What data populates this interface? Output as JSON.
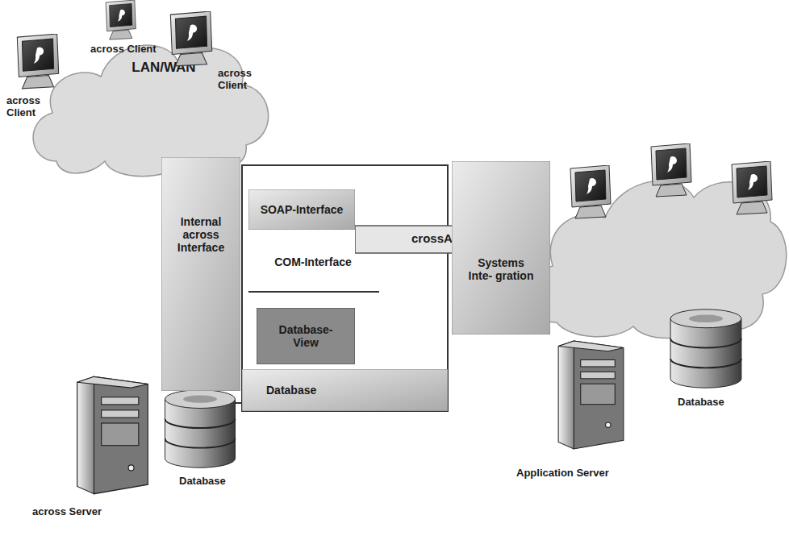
{
  "diagram": {
    "nodes": [
      {
        "text": [
          "LAN/WAN"
        ]
      },
      {
        "text": [
          "SOAP-Interface"
        ]
      },
      {
        "text": [
          "COM-Interface"
        ]
      },
      {
        "text": [
          "Database- View"
        ]
      },
      {
        "text": [
          "Database"
        ]
      },
      {
        "text": [
          "Internal across Interface"
        ]
      },
      {
        "text": [
          "crossAPI"
        ]
      },
      {
        "text": [
          "Systems Inte- gration"
        ]
      }
    ],
    "labels": [
      "across Client",
      "across Client",
      "across Client",
      "across Server",
      "Database",
      "Application Server",
      "Database"
    ]
  }
}
